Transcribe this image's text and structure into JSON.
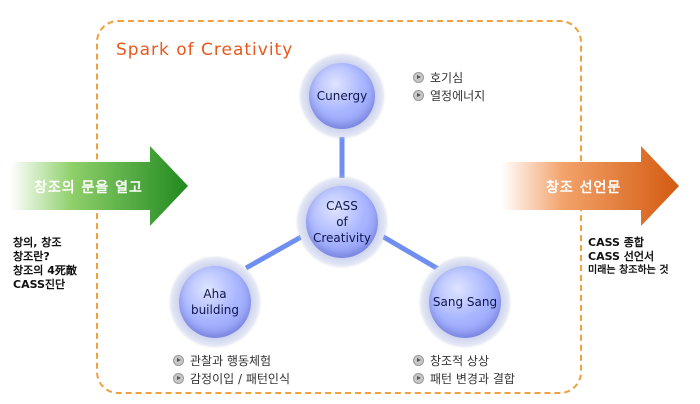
{
  "diagram": {
    "title": "Spark  of  Creativity",
    "center": {
      "label": "CASS\nof Creativity"
    },
    "nodes": {
      "top": {
        "label": "Cunergy",
        "notes": [
          "호기심",
          "열정에너지"
        ]
      },
      "left": {
        "label": "Aha\nbuilding",
        "notes": [
          "관찰과 행동체험",
          "감정이입 / 패턴인식"
        ]
      },
      "right": {
        "label": "Sang Sang",
        "notes": [
          "창조적 상상",
          "패턴 변경과 결합"
        ]
      }
    },
    "left_arrow": {
      "label": "창조의  문을  열고",
      "items": [
        "창의, 창조",
        "창조란?",
        "창조의 4死敵",
        "CASS진단"
      ]
    },
    "right_arrow": {
      "label": "창조  선언문",
      "items": [
        "CASS 종합",
        "CASS 선언서",
        "미래는 창조하는 것"
      ]
    }
  },
  "colors": {
    "title": "#e8581c",
    "frame": "#f0a040",
    "connector": "#6f8ff0",
    "green_arrow": "#1f8a1f",
    "orange_arrow": "#d35a10"
  },
  "icons": [
    "bullet-arrow-icon"
  ]
}
